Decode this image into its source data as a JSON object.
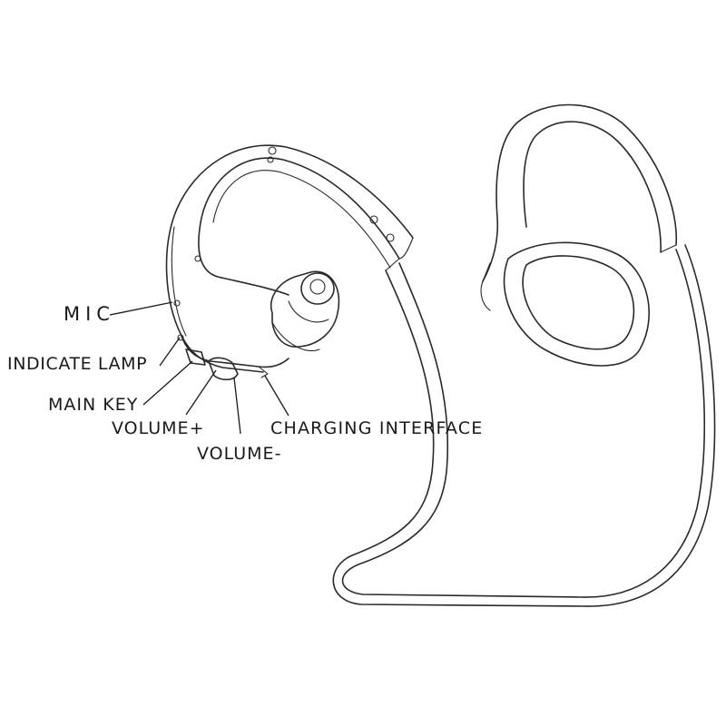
{
  "labels": {
    "mic": "MIC",
    "indicate_lamp": "INDICATE LAMP",
    "main_key": "MAIN KEY",
    "volume_up": "VOLUME+",
    "volume_down": "VOLUME-",
    "charging_interface": "CHARGING INTERFACE"
  },
  "colors": {
    "line": "#2a2a2a",
    "text": "#1a1a1a",
    "background": "#ffffff"
  }
}
